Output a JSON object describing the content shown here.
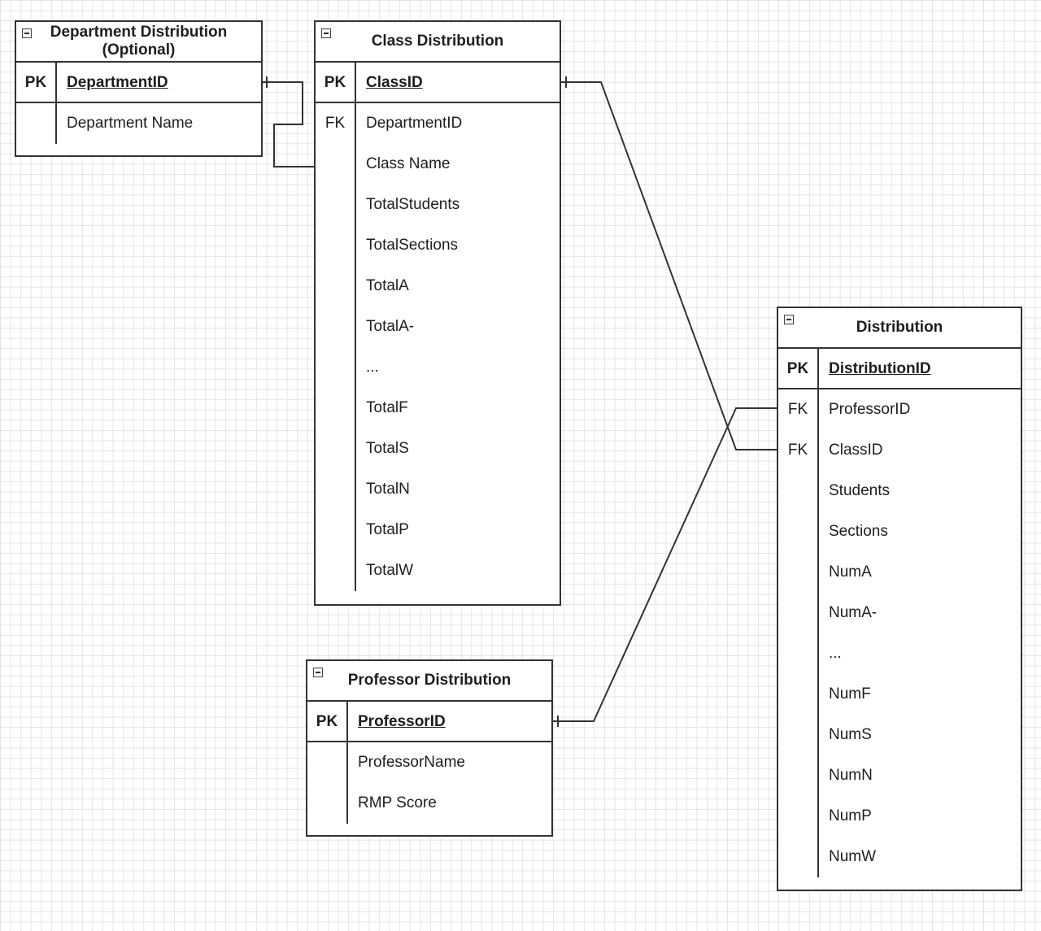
{
  "entities": {
    "department": {
      "title_line1": "Department Distribution",
      "title_line2": "(Optional)",
      "pk": {
        "key": "PK",
        "name": "DepartmentID"
      },
      "fields": [
        "Department Name"
      ]
    },
    "class": {
      "title": "Class Distribution",
      "pk": {
        "key": "PK",
        "name": "ClassID"
      },
      "fk": {
        "key": "FK",
        "name": "DepartmentID"
      },
      "fields": [
        "Class Name",
        "TotalStudents",
        "TotalSections",
        "TotalA",
        "TotalA-",
        "...",
        "TotalF",
        "TotalS",
        "TotalN",
        "TotalP",
        "TotalW"
      ]
    },
    "professor": {
      "title": "Professor Distribution",
      "pk": {
        "key": "PK",
        "name": "ProfessorID"
      },
      "fields": [
        "ProfessorName",
        "RMP Score"
      ]
    },
    "distribution": {
      "title": "Distribution",
      "pk": {
        "key": "PK",
        "name": "DistributionID"
      },
      "fk1": {
        "key": "FK",
        "name": "ProfessorID"
      },
      "fk2": {
        "key": "FK",
        "name": "ClassID"
      },
      "fields": [
        "Students",
        "Sections",
        "NumA",
        "NumA-",
        "...",
        "NumF",
        "NumS",
        "NumN",
        "NumP",
        "NumW"
      ]
    }
  }
}
